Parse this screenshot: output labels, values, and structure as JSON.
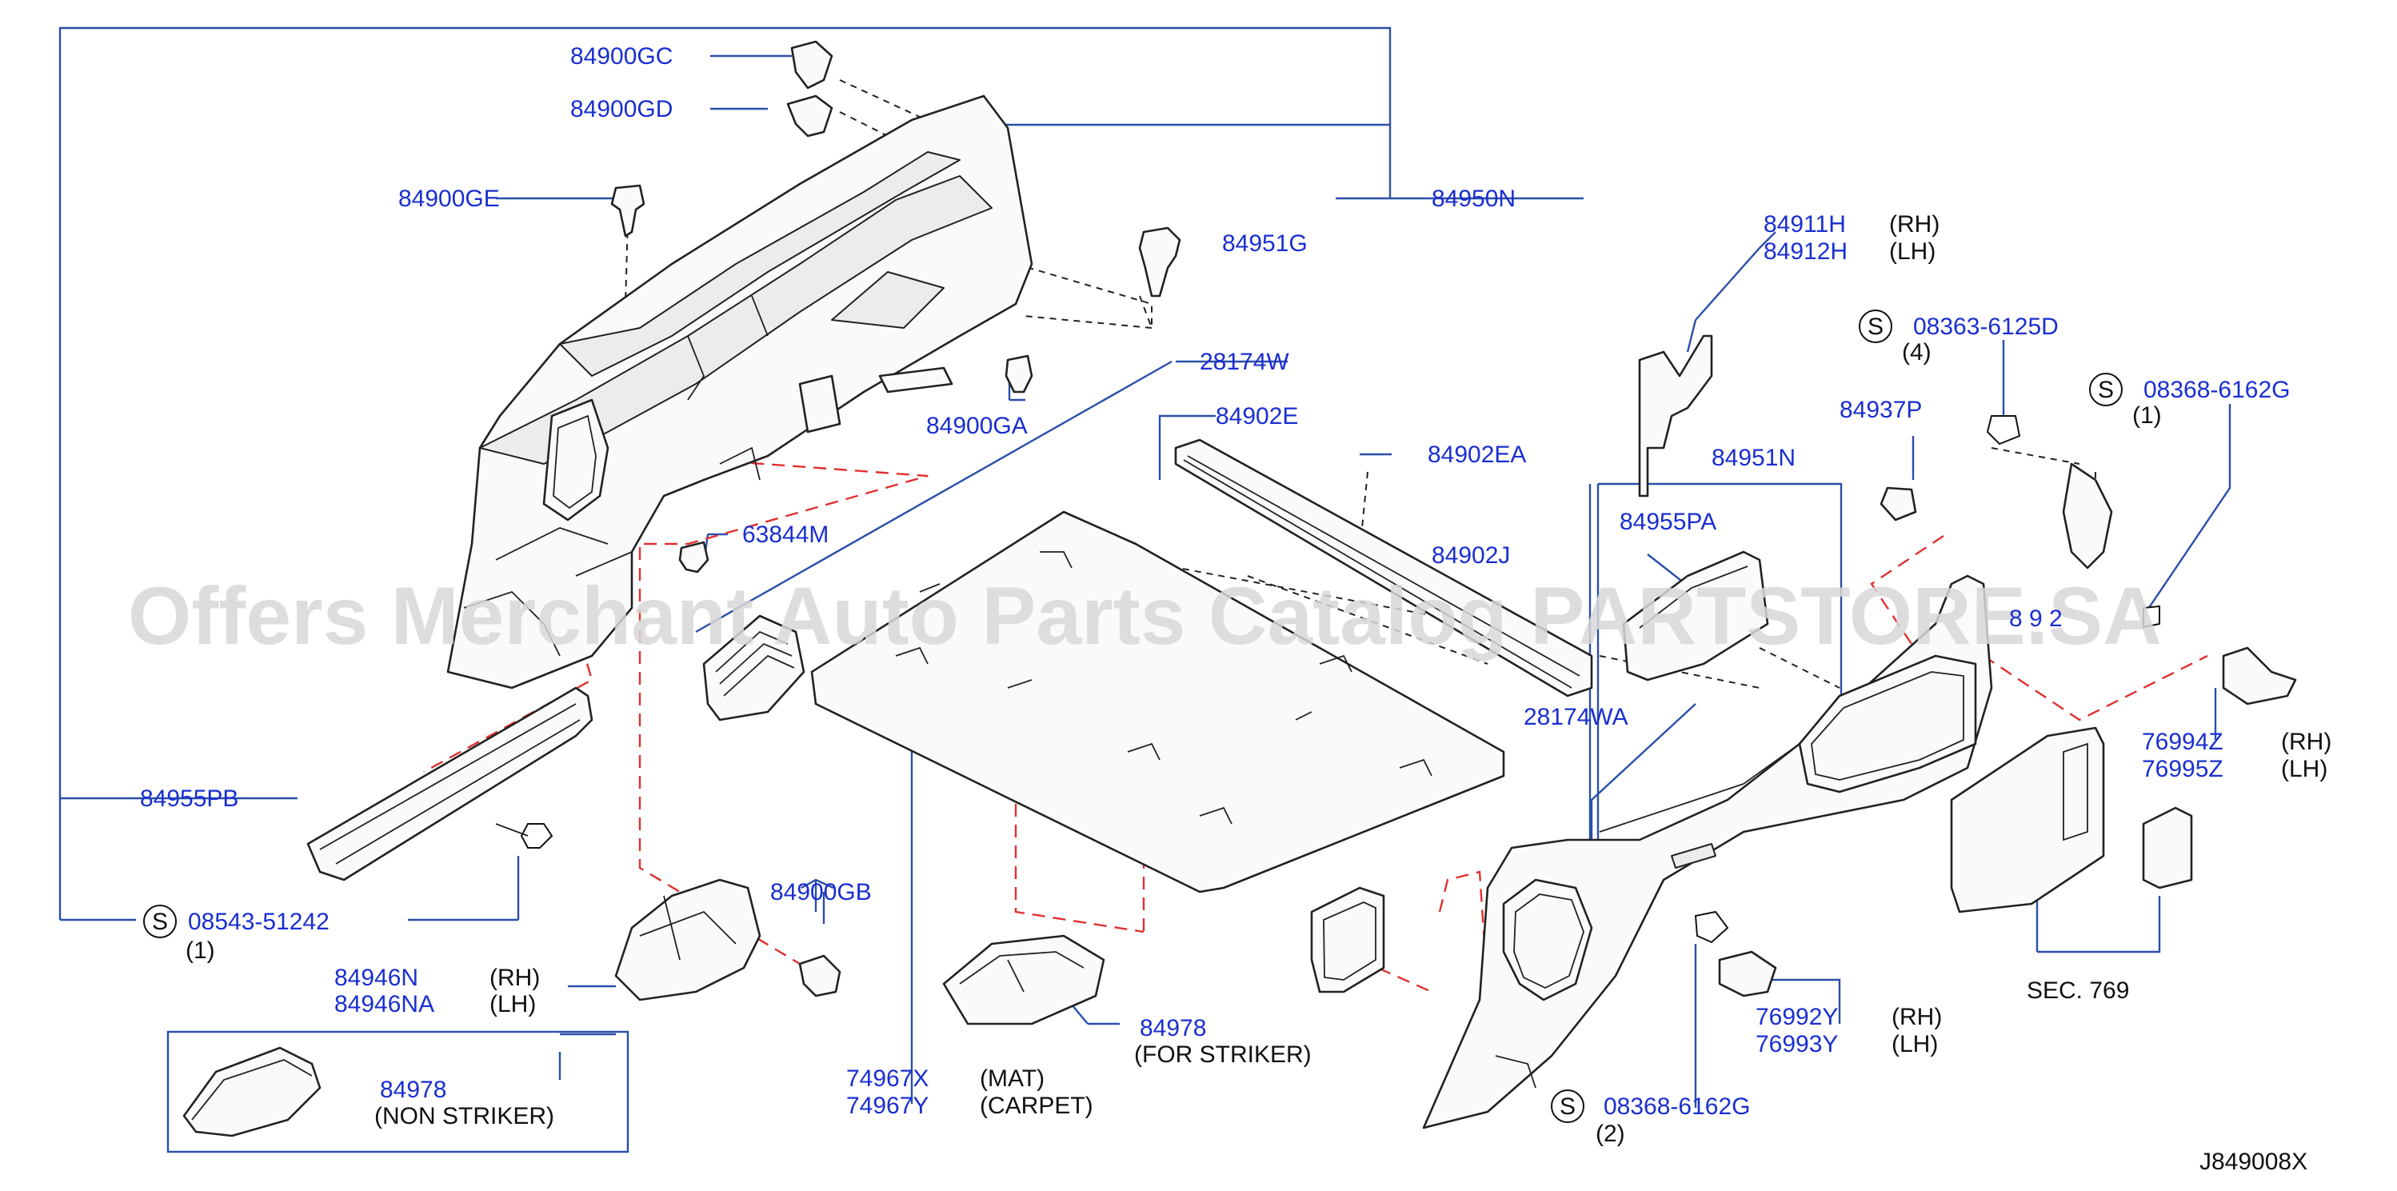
{
  "watermark": "Offers Merchant Auto Parts Catalog PARTSTORE.SA",
  "diagram_code": "J849008X",
  "screw_symbol": "S",
  "labels": {
    "p84900GC": "84900GC",
    "p84900GD": "84900GD",
    "p84900GE": "84900GE",
    "p84950N": "84950N",
    "p84951G": "84951G",
    "p28174W": "28174W",
    "p84900GA": "84900GA",
    "p84902E": "84902E",
    "p84902EA": "84902EA",
    "p84902J": "84902J",
    "p63844M": "63844M",
    "p84955PB": "84955PB",
    "p08543": "08543-51242",
    "q08543": "(1)",
    "p84900GB": "84900GB",
    "p84946N": "84946N",
    "s84946N": "(RH)",
    "p84946NA": "84946NA",
    "s84946NA": "(LH)",
    "p84978a": "84978",
    "d84978a": "(NON   STRIKER)",
    "p84978b": "84978",
    "d84978b": "(FOR   STRIKER)",
    "p74967X": "74967X",
    "d74967X": "(MAT)",
    "p74967Y": "74967Y",
    "d74967Y": "(CARPET)",
    "p84911H": "84911H",
    "s84911H": "(RH)",
    "p84912H": "84912H",
    "s84912H": "(LH)",
    "p08363": "08363-6125D",
    "q08363": "(4)",
    "p08368a": "08368-6162G",
    "q08368a": "(1)",
    "p84937P": "84937P",
    "p84951N": "84951N",
    "p84955PA": "84955PA",
    "p8492": "8  9  2",
    "p28174WA": "28174WA",
    "p76994Z": "76994Z",
    "s76994Z": "(RH)",
    "p76995Z": "76995Z",
    "s76995Z": "(LH)",
    "sec769": "SEC.   769",
    "p76992Y": "76992Y",
    "s76992Y": "(RH)",
    "p76993Y": "76993Y",
    "s76993Y": "(LH)",
    "p08368b": "08368-6162G",
    "q08368b": "(2)"
  }
}
